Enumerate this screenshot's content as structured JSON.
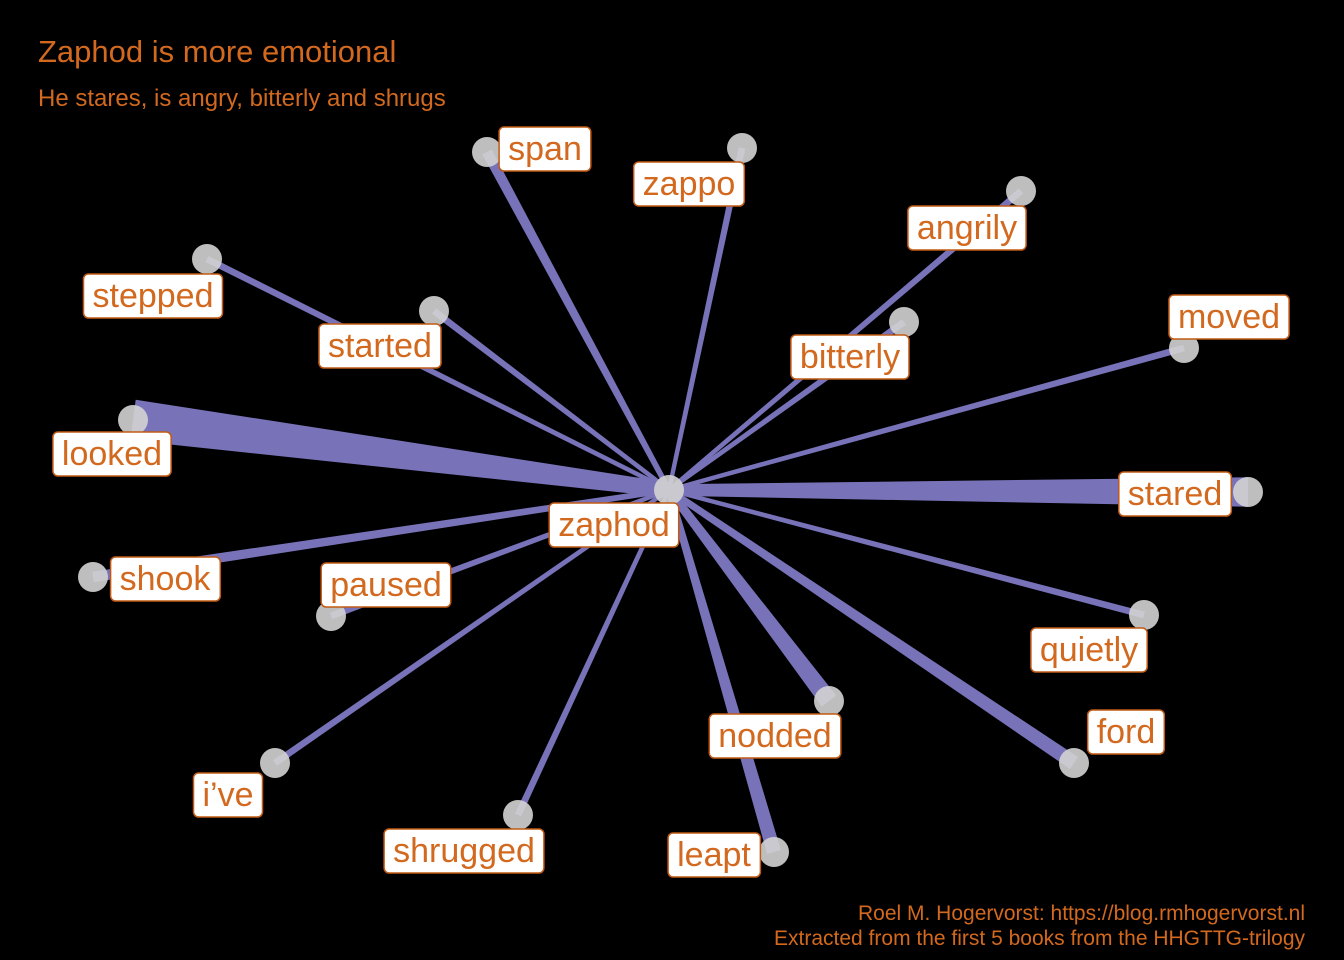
{
  "title": "Zaphod is more emotional",
  "subtitle": "He stares, is angry, bitterly and shrugs",
  "caption": {
    "line1": "Roel M. Hogervorst: https://blog.rmhogervorst.nl",
    "line2": "Extracted from the first 5 books from the HHGTTG-trilogy"
  },
  "colors": {
    "background": "#000000",
    "text": "#d2691e",
    "edge": "#7872b8",
    "node": "#d3d3d3",
    "label_bg": "#ffffff",
    "label_border": "#c25a14"
  },
  "graph": {
    "center": "zaphod",
    "nodes": [
      {
        "id": "zaphod"
      },
      {
        "id": "looked"
      },
      {
        "id": "stared"
      },
      {
        "id": "nodded"
      },
      {
        "id": "ford"
      },
      {
        "id": "leapt"
      },
      {
        "id": "span"
      },
      {
        "id": "shook"
      },
      {
        "id": "moved"
      },
      {
        "id": "zappo"
      },
      {
        "id": "angrily"
      },
      {
        "id": "bitterly"
      },
      {
        "id": "stepped"
      },
      {
        "id": "started"
      },
      {
        "id": "paused"
      },
      {
        "id": "i’ve"
      },
      {
        "id": "shrugged"
      },
      {
        "id": "quietly"
      }
    ],
    "edges": [
      {
        "from": "zaphod",
        "to": "looked",
        "weight": 10
      },
      {
        "from": "zaphod",
        "to": "stared",
        "weight": 7
      },
      {
        "from": "zaphod",
        "to": "nodded",
        "weight": 4
      },
      {
        "from": "zaphod",
        "to": "ford",
        "weight": 3
      },
      {
        "from": "zaphod",
        "to": "leapt",
        "weight": 3
      },
      {
        "from": "zaphod",
        "to": "span",
        "weight": 2
      },
      {
        "from": "zaphod",
        "to": "shook",
        "weight": 2
      },
      {
        "from": "zaphod",
        "to": "moved",
        "weight": 1
      },
      {
        "from": "zaphod",
        "to": "zappo",
        "weight": 1
      },
      {
        "from": "zaphod",
        "to": "angrily",
        "weight": 1
      },
      {
        "from": "zaphod",
        "to": "bitterly",
        "weight": 1
      },
      {
        "from": "zaphod",
        "to": "stepped",
        "weight": 1
      },
      {
        "from": "zaphod",
        "to": "started",
        "weight": 1
      },
      {
        "from": "zaphod",
        "to": "paused",
        "weight": 1
      },
      {
        "from": "zaphod",
        "to": "i’ve",
        "weight": 1
      },
      {
        "from": "zaphod",
        "to": "shrugged",
        "weight": 1
      },
      {
        "from": "zaphod",
        "to": "quietly",
        "weight": 1
      }
    ]
  }
}
